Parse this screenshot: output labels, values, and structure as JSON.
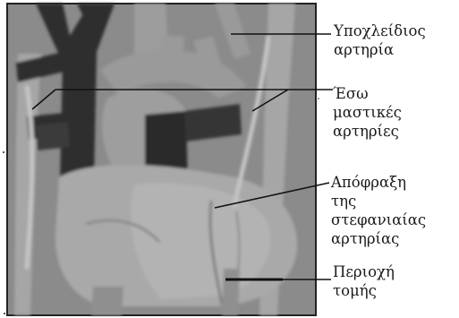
{
  "labels": {
    "subclavian": "Υποχλείδιος\nαρτηρία",
    "internal_mammary": "Έσω\nμαστικές\nαρτηρίες",
    "occlusion": "Απόφραξη\nτης\nστεφανιαίας\nαρτηρίας",
    "section_area": "Περιοχή\nτομής"
  }
}
